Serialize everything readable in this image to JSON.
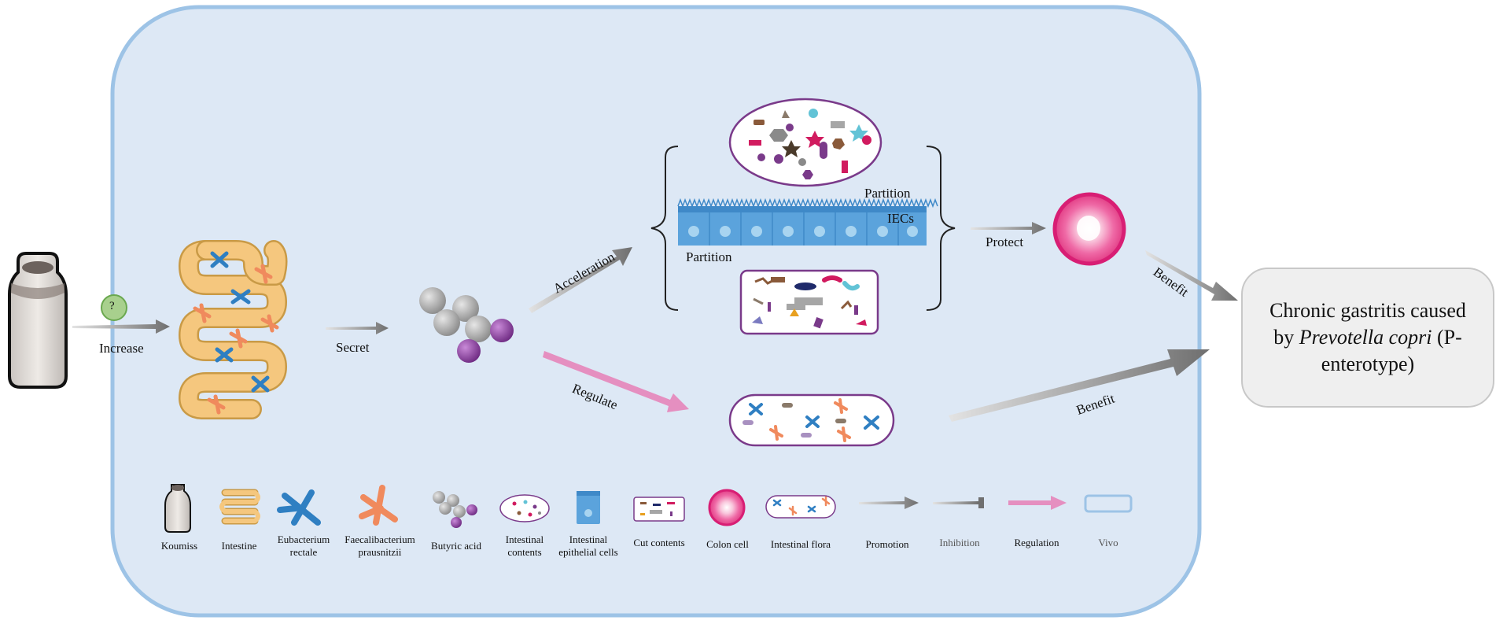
{
  "flow_labels": {
    "increase": "Increase",
    "unknown_mark": "?",
    "secret": "Secret",
    "acceleration": "Acceleration",
    "regulate": "Regulate",
    "partition_top": "Partition",
    "iecs": "IECs",
    "partition_bottom": "Partition",
    "protect": "Protect",
    "benefit_top": "Benefit",
    "benefit_bottom": "Benefit"
  },
  "outcome": {
    "line1": "Chronic gastritis caused",
    "line2_pre": "by ",
    "line2_italic": "Prevotella copri",
    "line2_post": " (P-",
    "line3": "enterotype)"
  },
  "legend": {
    "koumiss": "Koumiss",
    "intestine": "Intestine",
    "eubacterium": "Eubacterium rectale",
    "faecali": "Faecalibacterium prausnitzii",
    "butyric": "Butyric acid",
    "contents": "Intestinal contents",
    "iec": "Intestinal epithelial cells",
    "cut": "Cut contents",
    "colon": "Colon cell",
    "flora": "Intestinal flora",
    "promotion": "Promotion",
    "inhibition": "Inhibition",
    "regulation": "Regulation",
    "vivo": "Vivo"
  },
  "colors": {
    "vivo_fill": "#dde8f5",
    "vivo_border": "#9dc3e6",
    "intestine": "#f5c77e",
    "eubacterium": "#2f7fc2",
    "faecali": "#f08a5d",
    "butyric_gray": "#a6a6a6",
    "butyric_purple": "#8b3fa0",
    "epithelium": "#5ba3dc",
    "colon_cell": "#e8468f",
    "regulate_arrow": "#e58fc0",
    "promotion_arrow": "#7f7f7f",
    "outcome_box": "#efefef"
  }
}
